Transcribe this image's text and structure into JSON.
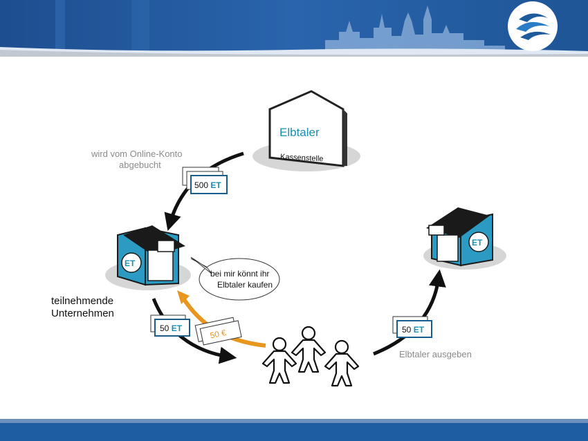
{
  "kasse": {
    "brand": "Elbtaler",
    "label": "Kassenstelle"
  },
  "labels": {
    "online_konto_line1": "wird vom Online-Konto",
    "online_konto_line2": "abgebucht",
    "teilnehmende_line1": "teilnehmende",
    "teilnehmende_line2": "Unternehmen",
    "ausgeben": "Elbtaler ausgeben"
  },
  "speech": {
    "line1": "bei mir könnt ihr",
    "line2": "Elbtaler kaufen"
  },
  "shops": {
    "badge": "ET"
  },
  "bills": {
    "big": {
      "amount": "500",
      "unit": "ET"
    },
    "small_left": {
      "amount": "50",
      "unit": "ET"
    },
    "small_right": {
      "amount": "50",
      "unit": "ET"
    },
    "euro": {
      "amount": "50 €"
    }
  },
  "colors": {
    "header_blue": "#1f5da3",
    "shop_teal": "#2b9bc4",
    "orange": "#e8961e",
    "et_blue": "#1a8fb0"
  }
}
